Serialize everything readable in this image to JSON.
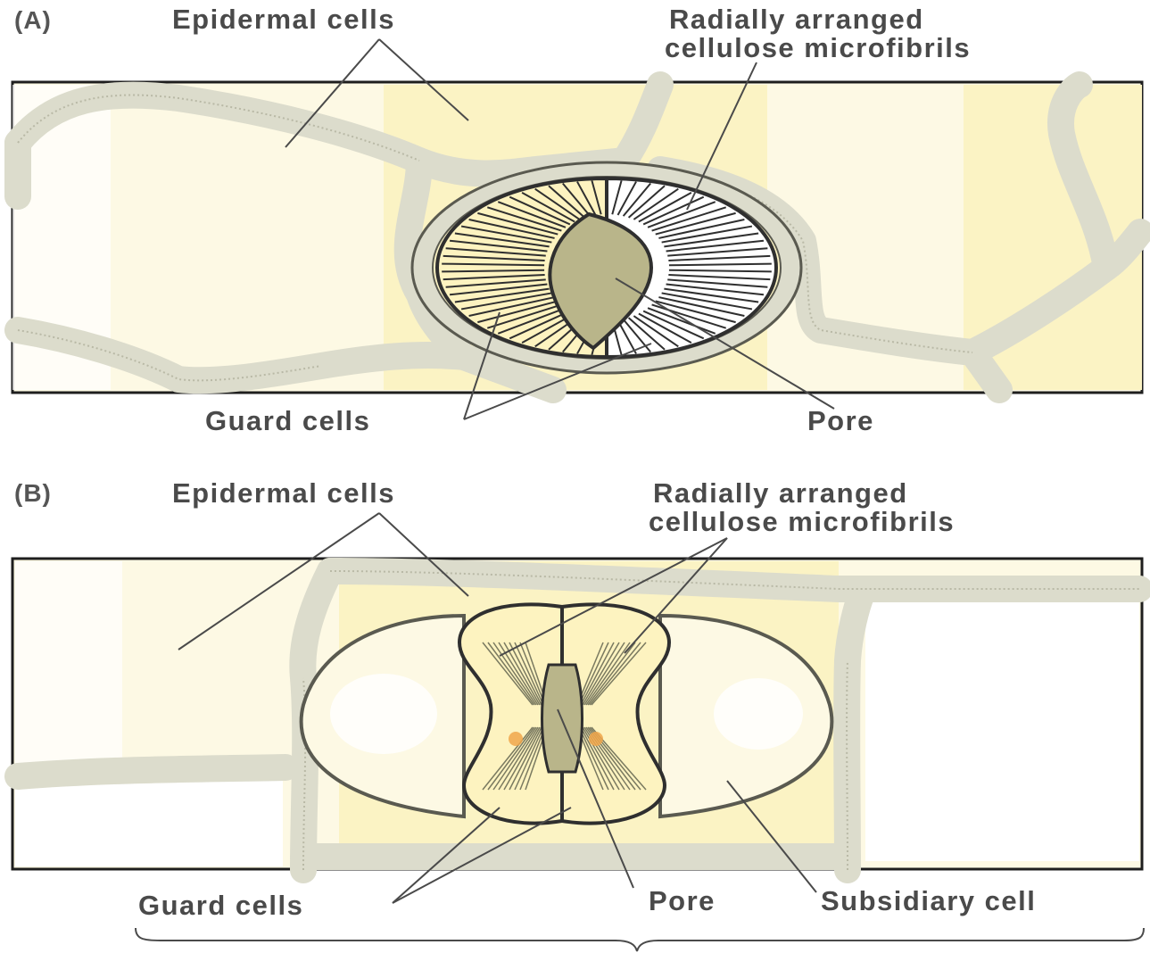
{
  "panel_a": {
    "tag": "(A)",
    "epidermal_cells": "Epidermal cells",
    "microfibrils_line1": "Radially arranged",
    "microfibrils_line2": "cellulose microfibrils",
    "guard_cells": "Guard cells",
    "pore": "Pore"
  },
  "panel_b": {
    "tag": "(B)",
    "epidermal_cells": "Epidermal cells",
    "microfibrils_line1": "Radially arranged",
    "microfibrils_line2": "cellulose microfibrils",
    "guard_cells": "Guard cells",
    "pore": "Pore",
    "subsidiary_cell": "Subsidiary cell"
  },
  "colors": {
    "cell_fill": "#fdf9e4",
    "cell_fill_warm": "#fbf3c4",
    "wall_band": "#dcdccc",
    "pore_fill": "#b9b58a",
    "guard_fill": "#fdf3c0",
    "accent_orange": "#f0a64a"
  }
}
